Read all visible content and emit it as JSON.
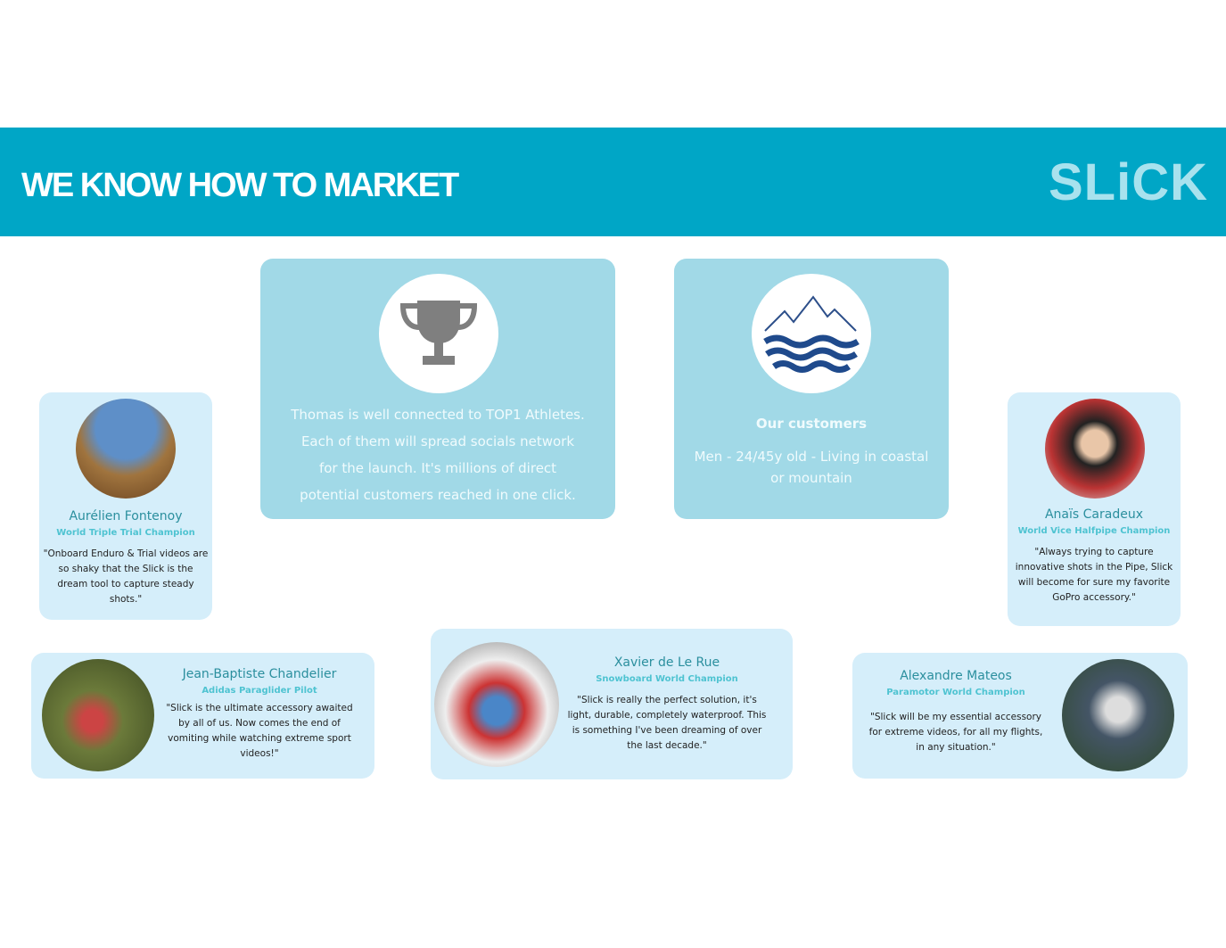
{
  "header": {
    "title": "WE KNOW HOW TO MARKET",
    "logo": "SLiCK"
  },
  "highlights": [
    {
      "icon": "trophy-icon",
      "lines": [
        "Thomas is well connected to TOP1 Athletes.",
        "Each of them will spread socials network",
        "for the launch. It's millions of direct",
        "potential customers reached in one click."
      ]
    },
    {
      "icon": "mountain-waves-icon",
      "title": "Our customers",
      "text": "Men - 24/45y old - Living in coastal or mountain"
    }
  ],
  "testimonials": [
    {
      "name": "Aurélien Fontenoy",
      "role": "World Triple Trial Champion",
      "quote": "\"Onboard Enduro & Trial videos are so shaky that the Slick is the dream tool to capture steady shots.\""
    },
    {
      "name": "Anaïs Caradeux",
      "role": "World Vice Halfpipe Champion",
      "quote": "\"Always trying to capture innovative shots in the Pipe, Slick will become for sure my favorite GoPro accessory.\""
    },
    {
      "name": "Jean-Baptiste Chandelier",
      "role": "Adidas Paraglider Pilot",
      "quote": "\"Slick is the ultimate accessory awaited by all of us. Now comes the end of vomiting while watching extreme sport videos!\""
    },
    {
      "name": "Xavier de Le Rue",
      "role": "Snowboard World Champion",
      "quote": "\"Slick is really the perfect solution, it's light, durable, completely waterproof. This is something I've been dreaming of over the last decade.\""
    },
    {
      "name": "Alexandre Mateos",
      "role": "Paramotor World Champion",
      "quote": "\"Slick will be my essential accessory for extreme videos, for all my flights, in any situation.\""
    }
  ]
}
